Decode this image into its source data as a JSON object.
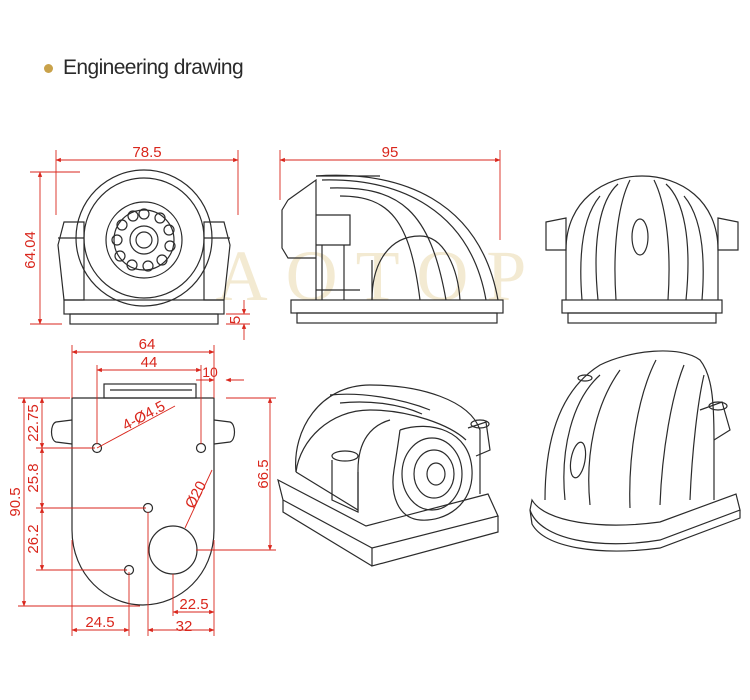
{
  "header": {
    "title": "Engineering drawing"
  },
  "watermark": "AOTOP",
  "colors": {
    "dimension": "#d9261c",
    "line": "#2b2b2b",
    "bullet": "#c9a24a",
    "watermark": "#f3ead2"
  },
  "dimensions": {
    "front_width": "78.5",
    "front_height": "64.04",
    "base_height": "5",
    "side_width": "95",
    "bottom_width": "64",
    "hole_spacing": "44",
    "offset_right": "10",
    "holes": "4-Ø4.5",
    "height_total": "90.5",
    "seg_top": "22.75",
    "seg_mid": "25.8",
    "seg_low": "26.2",
    "height_right": "66.5",
    "lens_diameter": "Ø20",
    "bottom_left": "24.5",
    "bottom_mid": "22.5",
    "bottom_right": "32"
  }
}
